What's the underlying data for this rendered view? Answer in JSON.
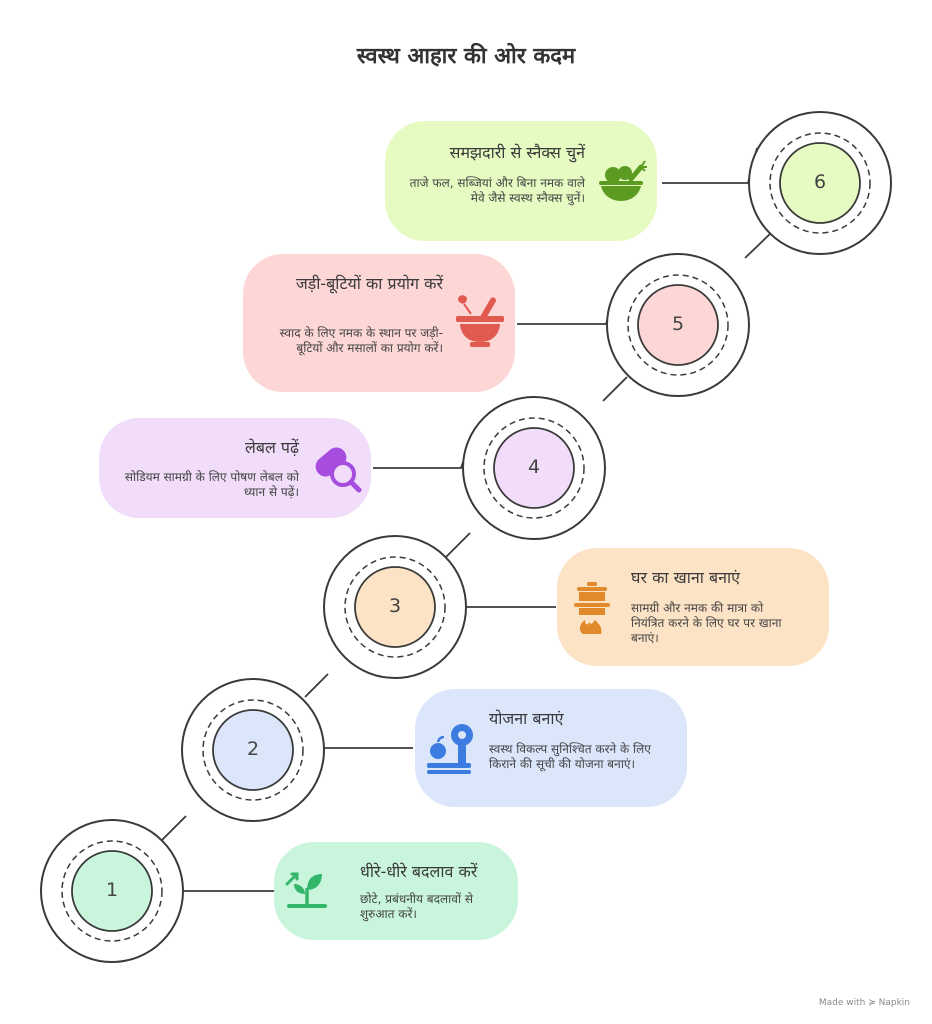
{
  "title": "स्वस्थ आहार की ओर कदम",
  "footer": "Made with ≽ Napkin",
  "steps": [
    {
      "number": "1",
      "title": "धीरे-धीरे बदलाव करें",
      "description": "छोटे, प्रबंधनीय बदलावों से शुरुआत करें।",
      "color": "#c8f5dc",
      "icon": "sprout-icon"
    },
    {
      "number": "2",
      "title": "योजना बनाएं",
      "description": "स्वस्थ विकल्प सुनिश्चित करने के लिए किराने की सूची की योजना बनाएं।",
      "color": "#dbe6fb",
      "icon": "scale-icon"
    },
    {
      "number": "3",
      "title": "घर का खाना बनाएं",
      "description": "सामग्री और नमक की मात्रा को नियंत्रित करने के लिए घर पर खाना बनाएं।",
      "color": "#fde3c6",
      "icon": "cooking-pot-icon"
    },
    {
      "number": "4",
      "title": "लेबल पढ़ें",
      "description": "सोडियम सामग्री के लिए पोषण लेबल को ध्यान से पढ़ें।",
      "color": "#f1dcfa",
      "icon": "pill-search-icon"
    },
    {
      "number": "5",
      "title": "जड़ी-बूटियों का प्रयोग करें",
      "description": "स्वाद के लिए नमक के स्थान पर जड़ी-बूटियों और मसालों का प्रयोग करें।",
      "color": "#fdd6d6",
      "icon": "mortar-pestle-icon"
    },
    {
      "number": "6",
      "title": "समझदारी से स्नैक्स चुनें",
      "description": "ताजे फल, सब्जियां और बिना नमक वाले मेवे जैसे स्वस्थ स्नैक्स चुनें।",
      "color": "#e6fbc2",
      "icon": "salad-bowl-icon"
    }
  ]
}
